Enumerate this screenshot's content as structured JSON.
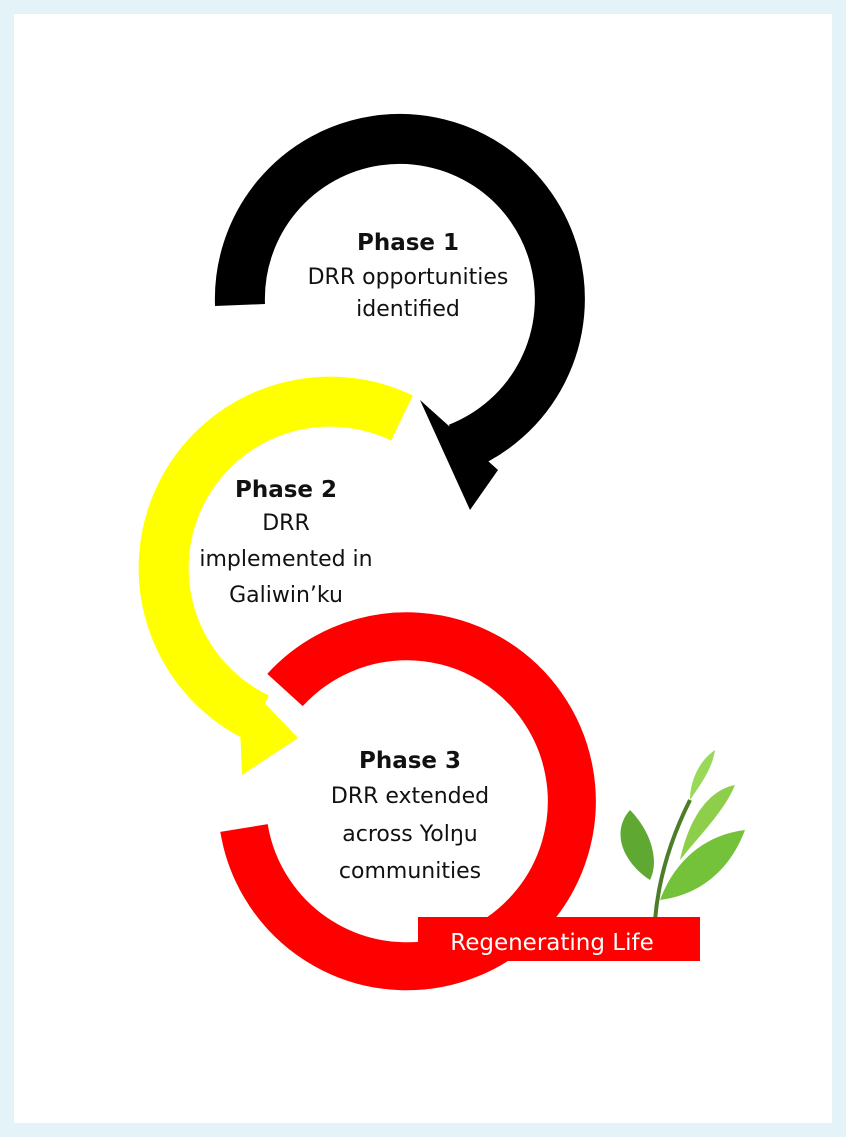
{
  "phases": [
    {
      "title": "Phase 1",
      "lines": [
        "DRR opportunities",
        "identified"
      ],
      "color": "#000000"
    },
    {
      "title": "Phase 2",
      "lines": [
        "DRR",
        "implemented in",
        "Galiwin’ku"
      ],
      "color": "#ffff00"
    },
    {
      "title": "Phase 3",
      "lines": [
        "DRR extended",
        "across Yolŋu",
        "communities"
      ],
      "color": "#ff0000"
    }
  ],
  "badge": {
    "label": "Regenerating Life",
    "color": "#ff0000"
  },
  "decoration": {
    "icon": "leaf-sprout-icon"
  }
}
